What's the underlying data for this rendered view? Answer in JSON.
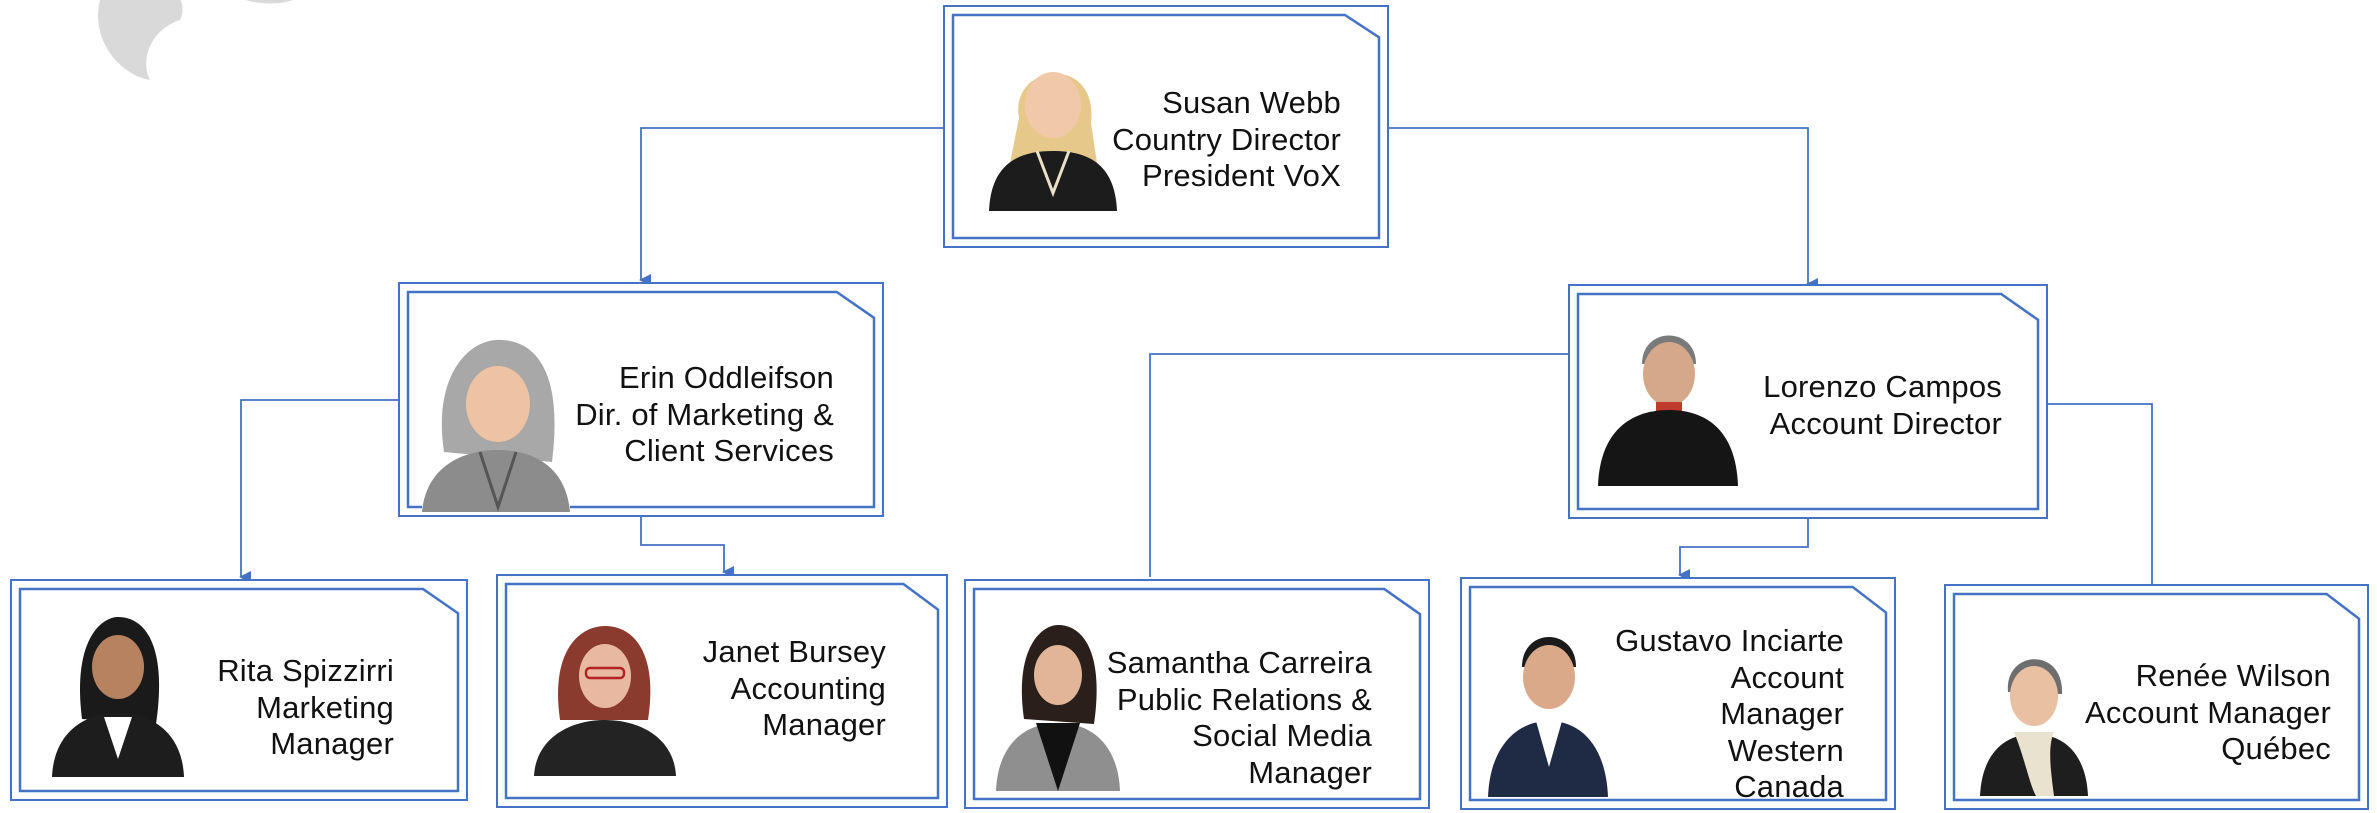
{
  "colors": {
    "line": "#4472c4",
    "text": "#111111",
    "decoration": "#d9d9d9"
  },
  "people": {
    "susan": {
      "name": "Susan Webb",
      "title1": "Country Director",
      "title2": "President VoX"
    },
    "erin": {
      "name": "Erin Oddleifson",
      "title1": "Dir. of Marketing &",
      "title2": "Client Services"
    },
    "lorenzo": {
      "name": "Lorenzo Campos",
      "title1": "Account Director"
    },
    "rita": {
      "name": "Rita Spizzirri",
      "title1": "Marketing",
      "title2": "Manager"
    },
    "janet": {
      "name": "Janet Bursey",
      "title1": "Accounting",
      "title2": "Manager"
    },
    "samantha": {
      "name": "Samantha Carreira",
      "title1": "Public Relations &",
      "title2": "Social Media",
      "title3": "Manager"
    },
    "gustavo": {
      "name": "Gustavo Inciarte",
      "title1": "Account",
      "title2": "Manager",
      "title3": "Western",
      "title4": "Canada"
    },
    "renee": {
      "name": "Renée Wilson",
      "title1": "Account Manager",
      "title2": "Québec"
    }
  }
}
